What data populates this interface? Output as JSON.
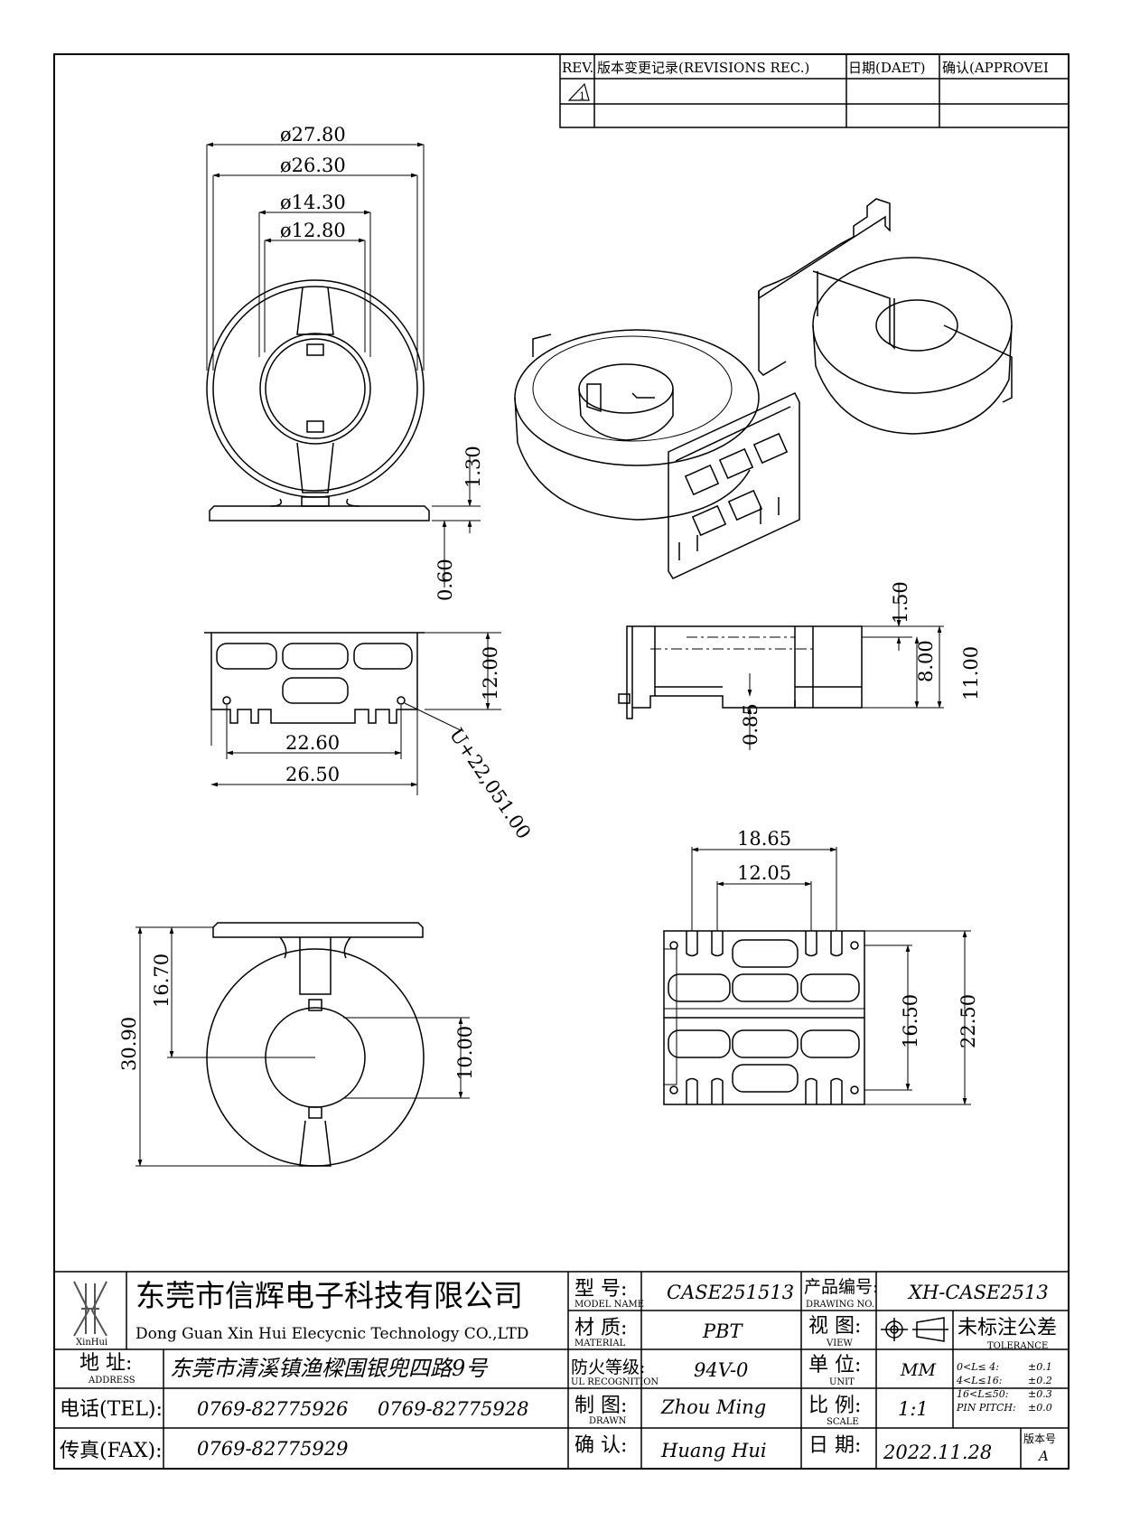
{
  "revisions": {
    "headers": [
      "REV.",
      "版本变更记录(REVISIONS REC.)",
      "日期(DAET)",
      "确认(APPROVEI"
    ],
    "rows": [
      [
        "1",
        "",
        "",
        ""
      ]
    ]
  },
  "dimensions": {
    "d1": "ø27.80",
    "d2": "ø26.30",
    "d3": "ø14.30",
    "d4": "ø12.80",
    "h_130": "1.30",
    "h_060": "0.60",
    "h_1200": "12.00",
    "w_2260": "22.60",
    "w_2650": "26.50",
    "pin": "U+22,051.00",
    "s_150": "1.50",
    "s_800": "8.00",
    "s_1100": "11.00",
    "s_085": "0.85",
    "b_1865": "18.65",
    "b_1205": "12.05",
    "b_1650": "16.50",
    "b_2250": "22.50",
    "f_3090": "30.90",
    "f_1670": "16.70",
    "f_1000": "10.00"
  },
  "title_block": {
    "company_cn": "东莞市信辉电子科技有限公司",
    "company_en": "Dong Guan Xin Hui Elecycnic Technology CO.,LTD",
    "logo_text": "XinHui",
    "address_label": "地  址:",
    "address_label_en": "ADDRESS",
    "address": "东莞市清溪镇渔樑围银兜四路9号",
    "tel_label": "电话(TEL):",
    "tel1": "0769-82775926",
    "tel2": "0769-82775928",
    "fax_label": "传真(FAX):",
    "fax": "0769-82775929",
    "model_label": "型  号:",
    "model_label_en": "MODEL NAME",
    "model": "CASE251513",
    "material_label": "材  质:",
    "material_label_en": "MATERIAL",
    "material": "PBT",
    "ul_label": "防火等级:",
    "ul_label_en": "UL RECOGNITION",
    "ul": "94V-0",
    "drawn_label": "制  图:",
    "drawn_label_en": "DRAWN",
    "drawn": "Zhou Ming",
    "check_label": "确  认:",
    "check": "Huang Hui",
    "drawing_no_label": "产品编号:",
    "drawing_no_label_en": "DRAWING NO.",
    "drawing_no": "XH-CASE2513",
    "view_label": "视  图:",
    "view_label_en": "VIEW",
    "unit_label": "单  位:",
    "unit_label_en": "UNIT",
    "unit": "MM",
    "scale_label": "比  例:",
    "scale_label_en": "SCALE",
    "scale": "1:1",
    "date_label": "日  期:",
    "date": "2022.11.28",
    "tolerance_label": "未标注公差",
    "tolerance_label_en": "TOLERANCE",
    "tolerance_rows": [
      [
        "0<L≤ 4:",
        "±0.1"
      ],
      [
        "4<L≤16:",
        "±0.2"
      ],
      [
        "16<L≤50:",
        "±0.3"
      ],
      [
        "PIN PITCH:",
        "±0.0"
      ]
    ],
    "version_label": "版本号",
    "version": "A"
  }
}
